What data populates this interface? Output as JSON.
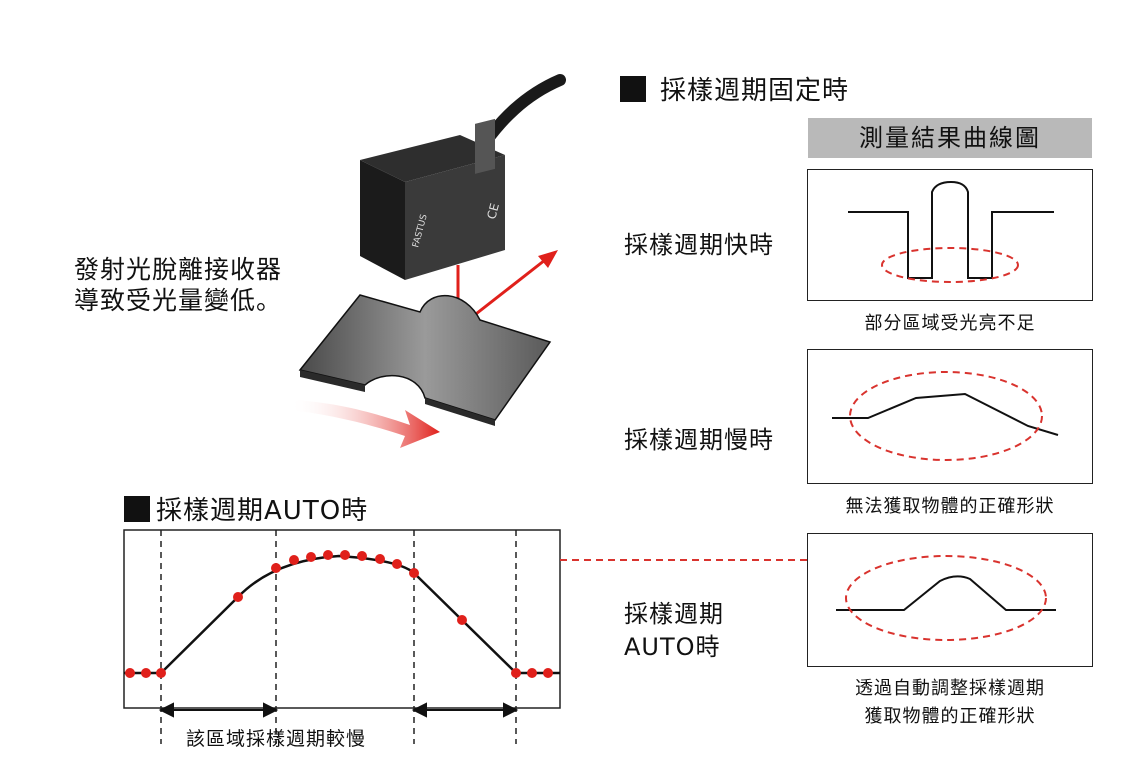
{
  "left": {
    "description_line1": "發射光脫離接收器",
    "description_line2": "導致受光量變低。",
    "auto_title": "採樣週期AUTO時",
    "slow_region_label": "該區域採樣週期較慢"
  },
  "right": {
    "fixed_title": "採樣週期固定時",
    "result_header": "測量結果曲線圖",
    "fast_label": "採樣週期快時",
    "fast_caption": "部分區域受光亮不足",
    "slow_label": "採樣週期慢時",
    "slow_caption": "無法獲取物體的正確形狀",
    "auto_label_line1": "採樣週期",
    "auto_label_line2": "AUTO時",
    "auto_caption_line1": "透過自動調整採樣週期",
    "auto_caption_line2": "獲取物體的正確形狀"
  },
  "sensor_text": {
    "brand": "FASTUS",
    "ce_mark": "CE"
  },
  "colors": {
    "red": "#e0201b",
    "dashed_red": "#d9332e",
    "header_gray": "#b9b9b9"
  }
}
